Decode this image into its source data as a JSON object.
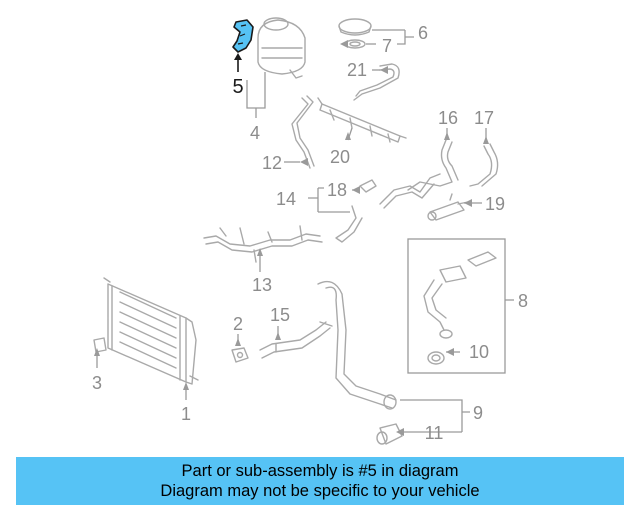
{
  "highlight_color": "#56c3f5",
  "callouts": {
    "c1": "1",
    "c2": "2",
    "c3": "3",
    "c4": "4",
    "c5": "5",
    "c6": "6",
    "c7": "7",
    "c8": "8",
    "c9": "9",
    "c10": "10",
    "c11": "11",
    "c12": "12",
    "c13": "13",
    "c14": "14",
    "c15": "15",
    "c16": "16",
    "c17": "17",
    "c18": "18",
    "c19": "19",
    "c20": "20",
    "c21": "21"
  },
  "highlighted_part": "5",
  "banner": {
    "line1": "Part or sub-assembly is #5 in diagram",
    "line2": "Diagram may not be specific to your vehicle"
  }
}
